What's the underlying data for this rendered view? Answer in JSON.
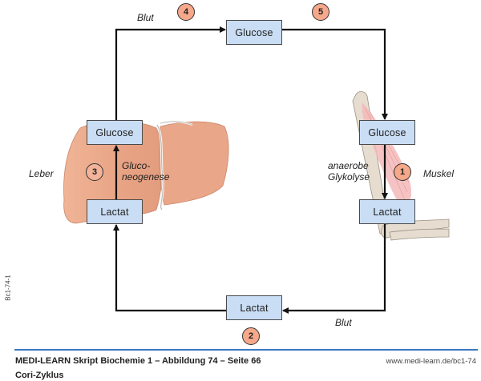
{
  "figure": {
    "title": "Cori-Zyklus",
    "caption": "MEDI-LEARN Skript Biochemie 1 – Abbildung 74 – Seite 66",
    "url": "www.medi-learn.de/bc1-74",
    "side_code": "Bc1-74-1"
  },
  "colors": {
    "box_fill": "#c9ddf4",
    "badge_fill": "#f5a88a",
    "liver_fill": "#eeab8c",
    "muscle_fill": "#f3b9b9",
    "bone_fill": "#e6ddd0",
    "rule": "#3c78c0"
  },
  "nodes": {
    "blood_glucose": "Glucose",
    "liver_glucose": "Glucose",
    "liver_lactat": "Lactat",
    "muscle_glucose": "Glucose",
    "muscle_lactat": "Lactat",
    "blood_lactat": "Lactat"
  },
  "steps": {
    "s1": "1",
    "s2": "2",
    "s3": "3",
    "s4": "4",
    "s5": "5"
  },
  "labels": {
    "blut_top": "Blut",
    "blut_bottom": "Blut",
    "leber": "Leber",
    "muskel": "Muskel",
    "gluconeo_1": "Gluco-",
    "gluconeo_2": "neogenese",
    "glykolyse_1": "anaerobe",
    "glykolyse_2": "Glykolyse"
  }
}
